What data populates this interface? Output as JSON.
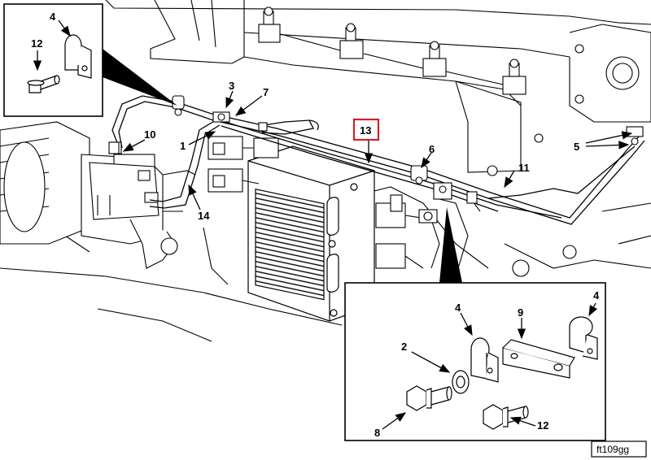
{
  "callouts": {
    "c1": "1",
    "c2": "2",
    "c3": "3",
    "c4_topleft": "4",
    "c4_inset_left": "4",
    "c4_inset_right": "4",
    "c5": "5",
    "c6": "6",
    "c7": "7",
    "c8": "8",
    "c9": "9",
    "c10": "10",
    "c11": "11",
    "c12_topleft": "12",
    "c12_inset": "12",
    "c13": "13",
    "c14": "14"
  },
  "figure_code": "ft109gg",
  "highlight_color": "#d32027",
  "icons": [
    "p-clip-icon",
    "flange-bolt-icon",
    "washer-icon",
    "bracket-icon",
    "arrow-icon"
  ]
}
